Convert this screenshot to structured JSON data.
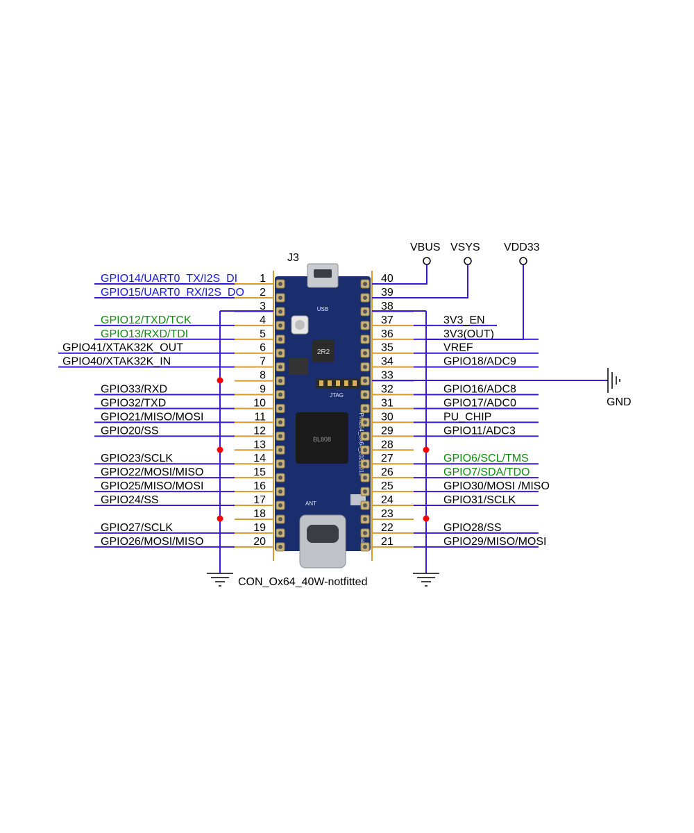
{
  "designator": "J3",
  "part_name": "CON_Ox64_40W-notfitted",
  "colors": {
    "wire": "#3a1ad6",
    "pin_line": "#d99a2b",
    "junction": "#ff0000",
    "label_black": "#000000",
    "label_blue": "#1414e6",
    "label_green": "#128a12",
    "pcb": "#1a2e6e"
  },
  "left_pins": [
    {
      "num": "1",
      "label": "GPIO14/UART0_TX/I2S_DI",
      "color": "blue"
    },
    {
      "num": "2",
      "label": "GPIO15/UART0_RX/I2S_DO",
      "color": "blue"
    },
    {
      "num": "3",
      "label": "",
      "color": "black"
    },
    {
      "num": "4",
      "label": "GPIO12/TXD/TCK",
      "color": "green"
    },
    {
      "num": "5",
      "label": "GPIO13/RXD/TDI",
      "color": "green"
    },
    {
      "num": "6",
      "label": "GPIO41/XTAK32K_OUT",
      "color": "black"
    },
    {
      "num": "7",
      "label": "GPIO40/XTAK32K_IN",
      "color": "black"
    },
    {
      "num": "8",
      "label": "",
      "color": "black"
    },
    {
      "num": "9",
      "label": "GPIO33/RXD",
      "color": "black"
    },
    {
      "num": "10",
      "label": "GPIO32/TXD",
      "color": "black"
    },
    {
      "num": "11",
      "label": "GPIO21/MISO/MOSI",
      "color": "black"
    },
    {
      "num": "12",
      "label": "GPIO20/SS",
      "color": "black"
    },
    {
      "num": "13",
      "label": "",
      "color": "black"
    },
    {
      "num": "14",
      "label": "GPIO23/SCLK",
      "color": "black"
    },
    {
      "num": "15",
      "label": "GPIO22/MOSI/MISO",
      "color": "black"
    },
    {
      "num": "16",
      "label": "GPIO25/MISO/MOSI",
      "color": "black"
    },
    {
      "num": "17",
      "label": "GPIO24/SS",
      "color": "black"
    },
    {
      "num": "18",
      "label": "",
      "color": "black"
    },
    {
      "num": "19",
      "label": "GPIO27/SCLK",
      "color": "black"
    },
    {
      "num": "20",
      "label": "GPIO26/MOSI/MISO",
      "color": "black"
    }
  ],
  "right_pins": [
    {
      "num": "40",
      "label": "",
      "color": "black"
    },
    {
      "num": "39",
      "label": "",
      "color": "black"
    },
    {
      "num": "38",
      "label": "",
      "color": "black"
    },
    {
      "num": "37",
      "label": "3V3_EN",
      "color": "black"
    },
    {
      "num": "36",
      "label": "3V3(OUT)",
      "color": "black"
    },
    {
      "num": "35",
      "label": "VREF",
      "color": "black"
    },
    {
      "num": "34",
      "label": "GPIO18/ADC9",
      "color": "black"
    },
    {
      "num": "33",
      "label": "",
      "color": "black"
    },
    {
      "num": "32",
      "label": "GPIO16/ADC8",
      "color": "black"
    },
    {
      "num": "31",
      "label": "GPIO17/ADC0",
      "color": "black"
    },
    {
      "num": "30",
      "label": "PU_CHIP",
      "color": "black"
    },
    {
      "num": "29",
      "label": "GPIO11/ADC3",
      "color": "black"
    },
    {
      "num": "28",
      "label": "",
      "color": "black"
    },
    {
      "num": "27",
      "label": "GPIO6/SCL/TMS",
      "color": "green"
    },
    {
      "num": "26",
      "label": "GPIO7/SDA/TDO",
      "color": "green"
    },
    {
      "num": "25",
      "label": "GPIO30/MOSI /MISO",
      "color": "black"
    },
    {
      "num": "24",
      "label": "GPIO31/SCLK",
      "color": "black"
    },
    {
      "num": "23",
      "label": "",
      "color": "black"
    },
    {
      "num": "22",
      "label": "GPIO28/SS",
      "color": "black"
    },
    {
      "num": "21",
      "label": "GPIO29/MISO/MOSI",
      "color": "black"
    }
  ],
  "power_nets": [
    "VBUS",
    "VSYS",
    "VDD33"
  ],
  "gnd_label": "GND",
  "board_silkscreen": {
    "usb": "USB",
    "jtag": "JTAG",
    "inductor": "2R2",
    "name": "PINE64_Ox64_20221018",
    "ant": "ANT",
    "usbc": "USB-C"
  }
}
